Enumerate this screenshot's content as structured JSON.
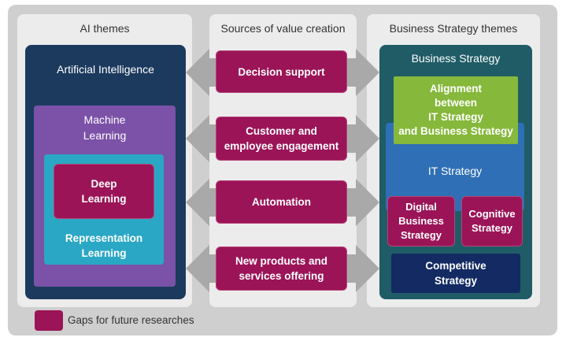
{
  "panels": {
    "ai_title": "AI themes",
    "sources_title": "Sources of value creation",
    "business_title": "Business Strategy themes"
  },
  "ai": {
    "artificial_intelligence": "Artificial Intelligence",
    "machine_learning": "Machine\nLearning",
    "deep_learning": "Deep\nLearning",
    "representation_learning": "Representation\nLearning"
  },
  "sources": {
    "decision_support": "Decision support",
    "customer_engagement": "Customer and\nemployee engagement",
    "automation": "Automation",
    "new_products": "New products and\nservices offering"
  },
  "business": {
    "business_strategy": "Business Strategy",
    "alignment": "Alignment\nbetween\nIT Strategy\nand Business Strategy",
    "it_strategy": "IT Strategy",
    "digital_business_strategy": "Digital\nBusiness\nStrategy",
    "cognitive_strategy": "Cognitive\nStrategy",
    "competitive_strategy": "Competitive\nStrategy"
  },
  "legend": {
    "gaps_label": "Gaps for future researches"
  },
  "colors": {
    "gap": "#9b1457",
    "ai_navy": "#1c3a5e",
    "machine_learning": "#7b52a8",
    "representation": "#2aa7c4",
    "business_teal": "#1f5c66",
    "alignment_green": "#86b83b",
    "it_blue": "#2f6fb5",
    "competitive_navy": "#132a63",
    "arrow_gray": "#a9a9a9"
  }
}
